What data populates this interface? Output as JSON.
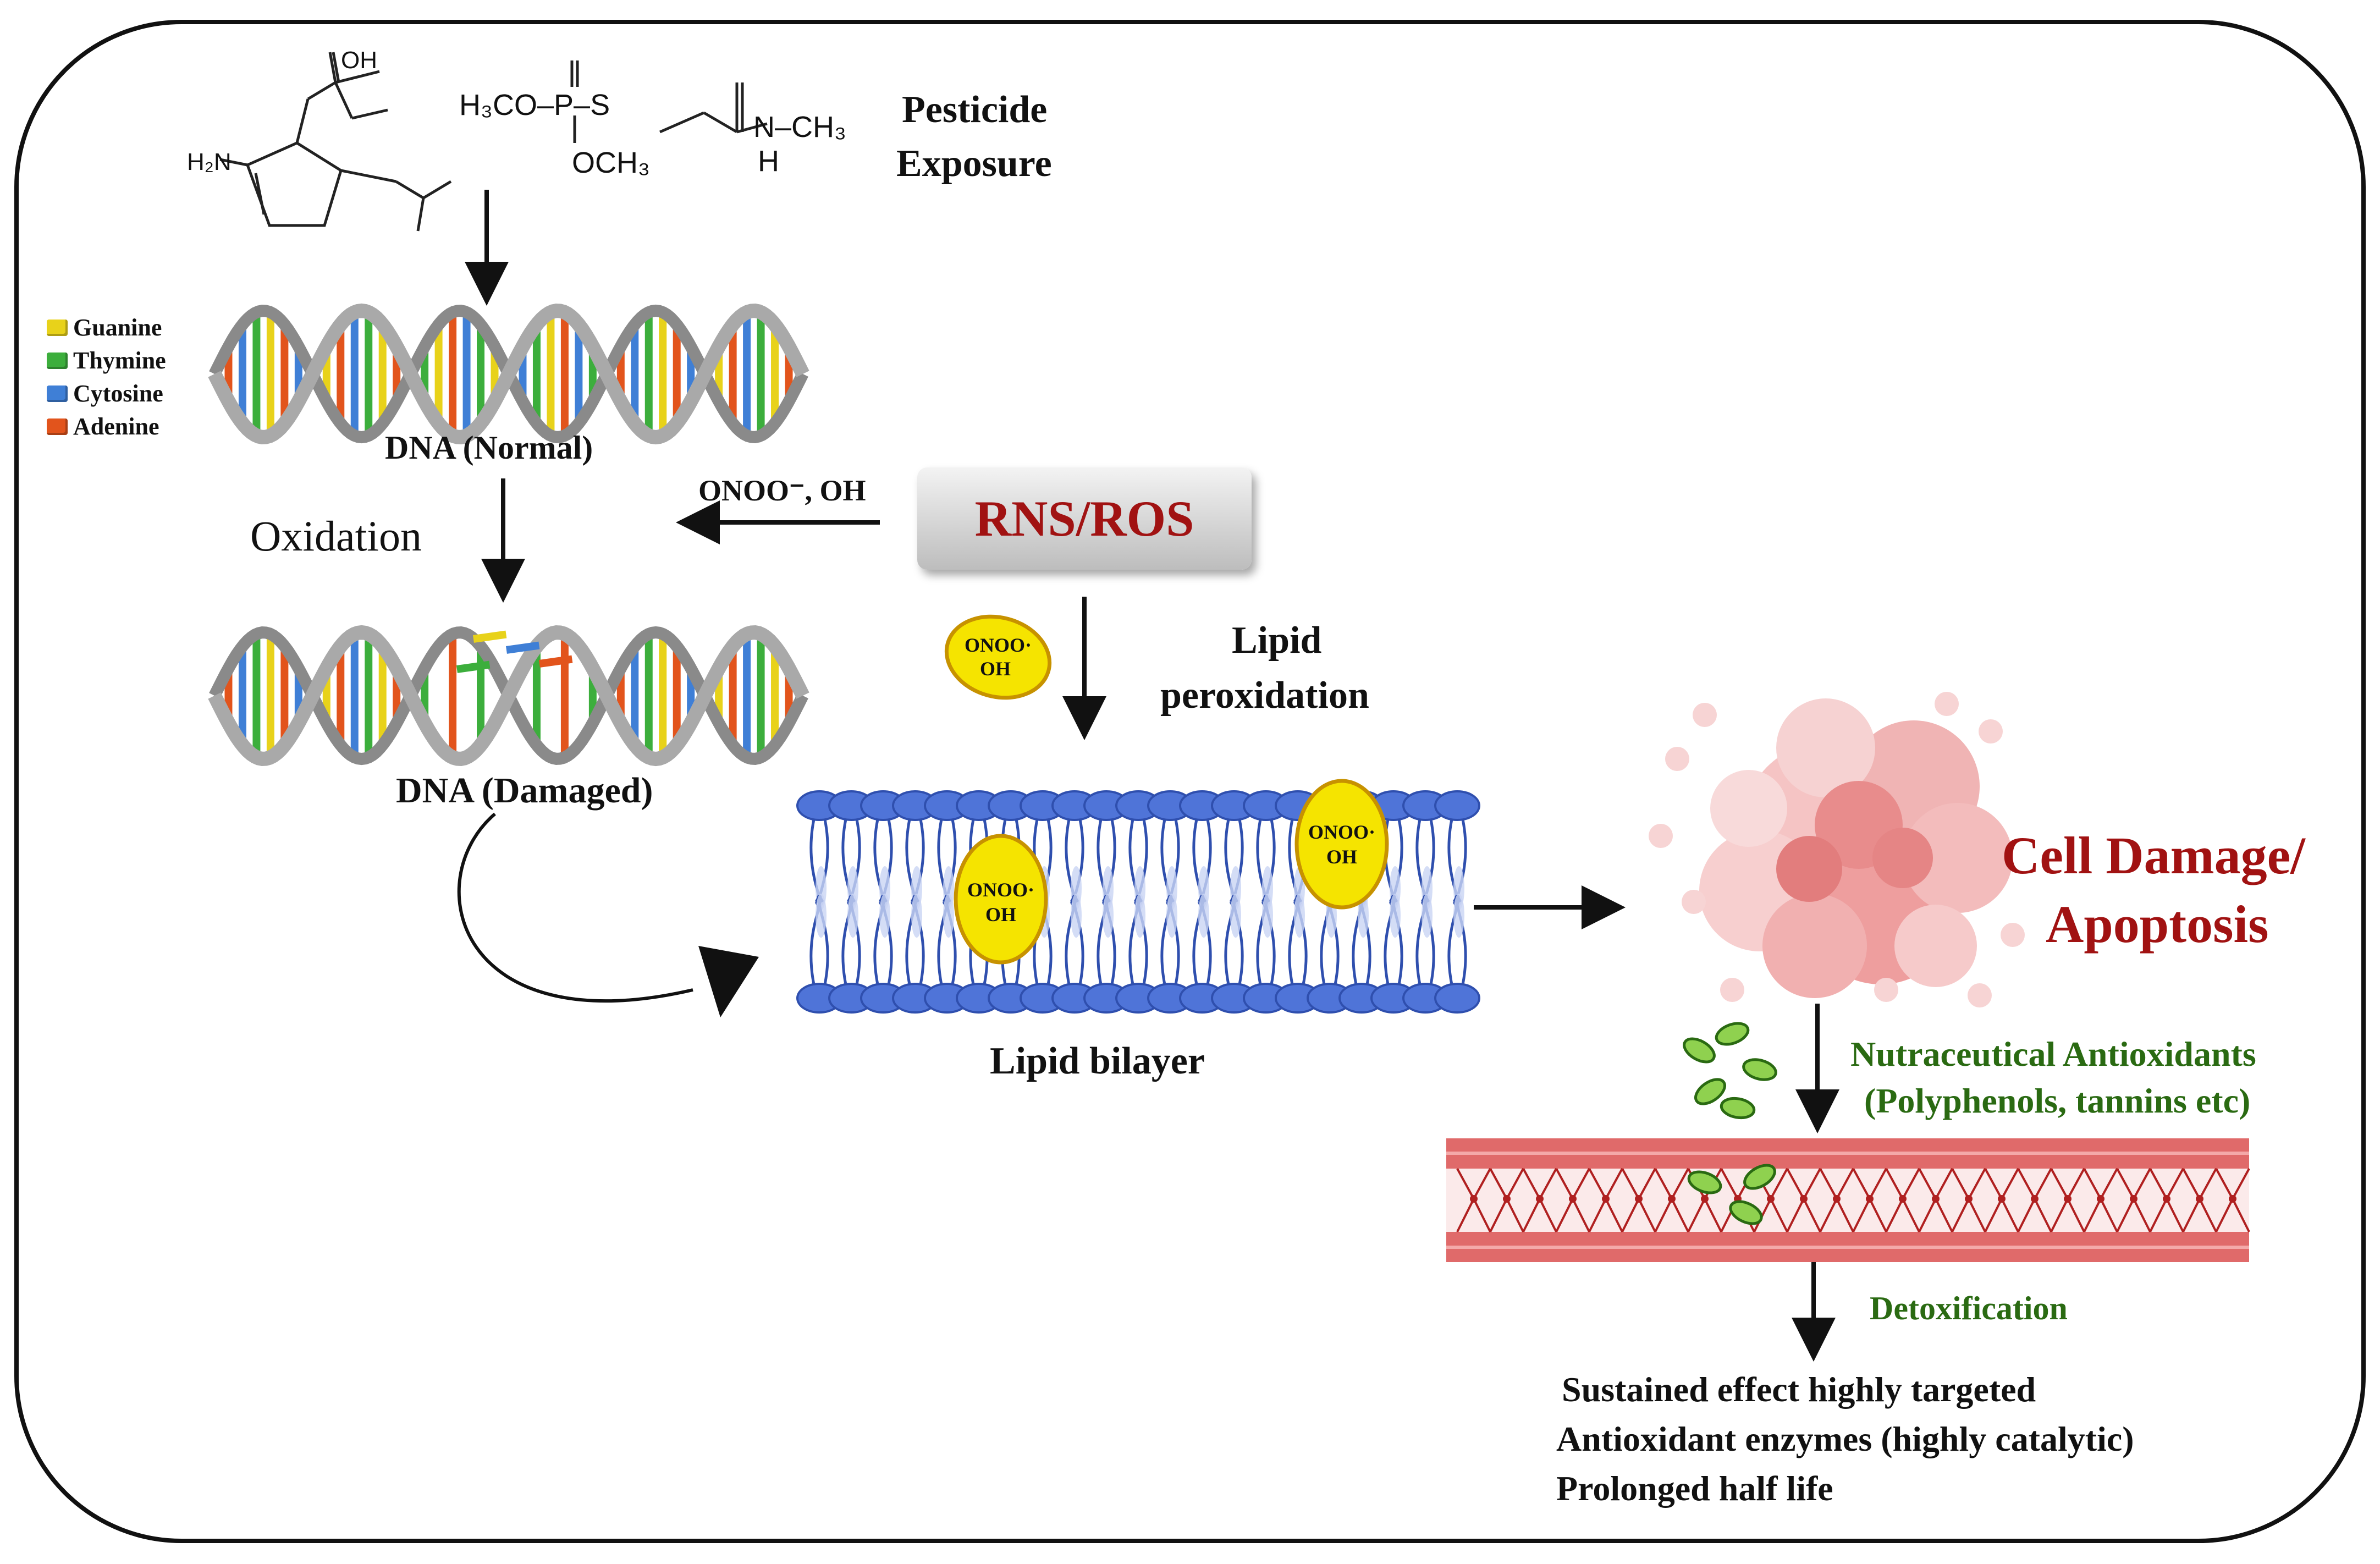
{
  "title_top": {
    "line1": "Pesticide",
    "line2": "Exposure"
  },
  "chem1": {
    "oh": "OH",
    "nh2": "H₂N"
  },
  "chem2": {
    "text": "H₃CO–P–S",
    "och3": "OCH₃",
    "nhch3": "N–CH₃",
    "h": "H"
  },
  "legend": [
    {
      "label": "Guanine",
      "color": "#e8d21a"
    },
    {
      "label": "Thymine",
      "color": "#3cae3c"
    },
    {
      "label": "Cytosine",
      "color": "#3f7fd6"
    },
    {
      "label": "Adenine",
      "color": "#e2541c"
    }
  ],
  "dna_normal_label": "DNA (Normal)",
  "dna_damaged_label": "DNA (Damaged)",
  "oxidation_label": "Oxidation",
  "onoo_arrow_label": "ONOO⁻, OH",
  "rns_ros_label": "RNS/ROS",
  "radical": {
    "line1": "ONOO·",
    "line2": "OH"
  },
  "lipid_peroxidation": {
    "line1": "Lipid",
    "line2": "peroxidation"
  },
  "lipid_bilayer_label": "Lipid bilayer",
  "cell_damage": {
    "line1": "Cell Damage/",
    "line2": "Apoptosis"
  },
  "nutraceutical": {
    "line1": "Nutraceutical Antioxidants",
    "line2": "(Polyphenols, tannins etc)"
  },
  "detox_label": "Detoxification",
  "benefits": [
    "Sustained effect highly targeted",
    "Antioxidant enzymes (highly catalytic)",
    "Prolonged half life"
  ],
  "colors": {
    "rns_text": "#a11212",
    "cell_damage": "#a11212",
    "antioxidant_text": "#2a6a12",
    "membrane_blue": "#4f74d8",
    "radical_yellow": "#f5e400",
    "vessel_red": "#e06a6a"
  }
}
